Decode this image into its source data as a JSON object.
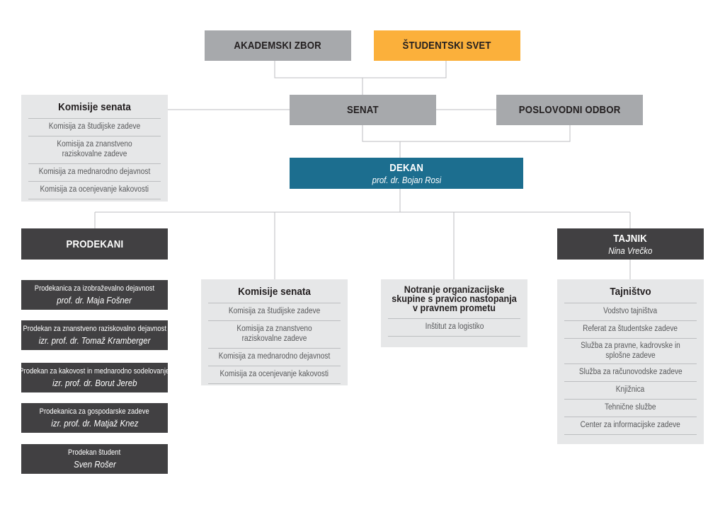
{
  "akademski_zbor": "AKADEMSKI ZBOR",
  "studentski_svet": "ŠTUDENTSKI SVET",
  "senat": "SENAT",
  "poslovodni_odbor": "POSLOVODNI ODBOR",
  "dekan": {
    "title": "DEKAN",
    "name": "prof. dr. Bojan Rosi"
  },
  "komisije_top": {
    "title": "Komisije senata",
    "items": [
      "Komisija za študijske zadeve",
      "Komisija za znanstveno raziskovalne zadeve",
      "Komisija za mednarodno dejavnost",
      "Komisija za ocenjevanje kakovosti"
    ]
  },
  "prodekani": {
    "title": "PRODEKANI",
    "items": [
      {
        "role": "Prodekanica za izobraževalno dejavnost",
        "name": "prof. dr. Maja Fošner"
      },
      {
        "role": "Prodekan za znanstveno raziskovalno dejavnost",
        "name": "izr. prof. dr. Tomaž Kramberger"
      },
      {
        "role": "Prodekan za kakovost in mednarodno sodelovanje",
        "name": "izr. prof. dr. Borut Jereb"
      },
      {
        "role": "Prodekanica za gospodarske zadeve",
        "name": "izr. prof. dr. Matjaž Knez"
      },
      {
        "role": "Prodekan študent",
        "name": "Sven Rošer"
      }
    ]
  },
  "komisije_mid": {
    "title": "Komisije senata",
    "items": [
      "Komisija za študijske zadeve",
      "Komisija za znanstveno raziskovalne zadeve",
      "Komisija za mednarodno dejavnost",
      "Komisija za ocenjevanje kakovosti"
    ]
  },
  "notranje": {
    "title": "Notranje organizacijske skupine s pravico nastopanja v pravnem prometu",
    "items": [
      "Inštitut za logistiko"
    ]
  },
  "tajnik": {
    "title": "TAJNIK",
    "name": "Nina Vrečko"
  },
  "tajnistvo": {
    "title": "Tajništvo",
    "items": [
      "Vodstvo tajništva",
      "Referat za študentske zadeve",
      "Služba za pravne, kadrovske in splošne zadeve",
      "Služba za računovodske zadeve",
      "Knjižnica",
      "Tehnične službe",
      "Center za informacijske zadeve"
    ]
  },
  "colors": {
    "gray": "#a7a9ac",
    "orange": "#fbb03b",
    "blue": "#1c6e8f",
    "dark": "#414042",
    "light": "#e6e7e8"
  }
}
